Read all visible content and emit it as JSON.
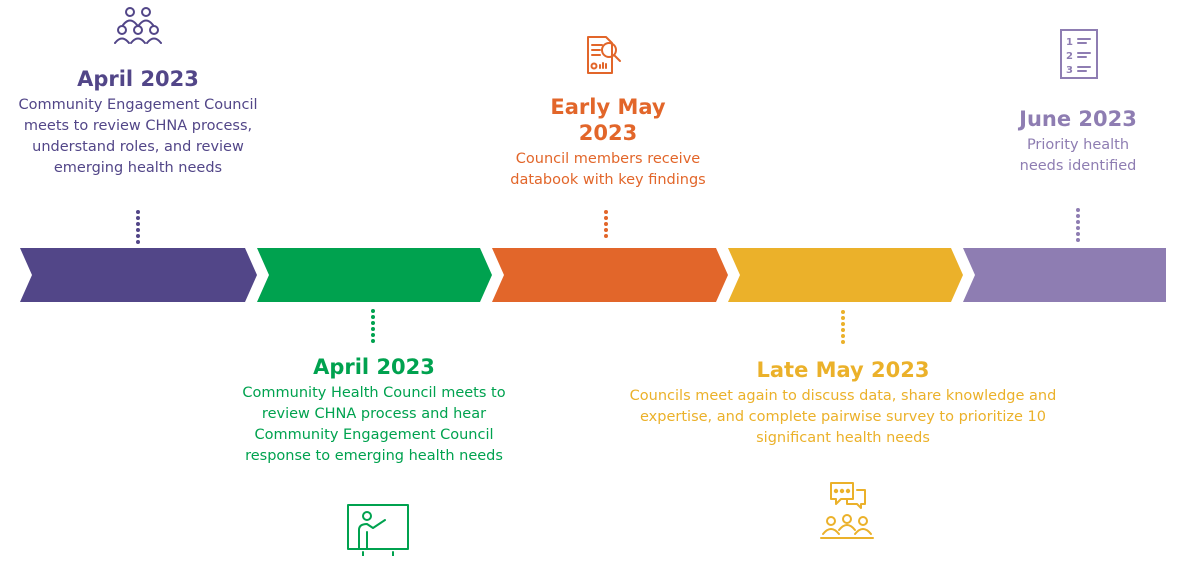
{
  "colors": {
    "purple": "#524688",
    "green": "#00a24f",
    "orange": "#e2662a",
    "yellow": "#ebb12a",
    "lavender": "#8e7db2"
  },
  "timeline": {
    "above": [
      {
        "title": "April 2023",
        "description": "Community Engagement Council meets to review CHNA process, understand roles, and review emerging health needs",
        "color": "purple",
        "icon": "people-group-icon"
      },
      {
        "title": "Early May 2023",
        "description": "Council members receive databook with key findings",
        "color": "orange",
        "icon": "databook-magnifier-icon"
      },
      {
        "title": "June 2023",
        "description": "Priority health needs identified",
        "color": "lavender",
        "icon": "numbered-list-icon"
      }
    ],
    "below": [
      {
        "title": "April 2023",
        "description": "Community Health Council meets to review CHNA process and hear Community Engagement Council response to emerging health needs",
        "color": "green",
        "icon": "presenter-board-icon"
      },
      {
        "title": "Late May 2023",
        "description": "Councils meet again to discuss data, share knowledge and expertise, and complete pairwise survey to prioritize 10 significant health needs",
        "color": "yellow",
        "icon": "group-discussion-icon"
      }
    ]
  }
}
